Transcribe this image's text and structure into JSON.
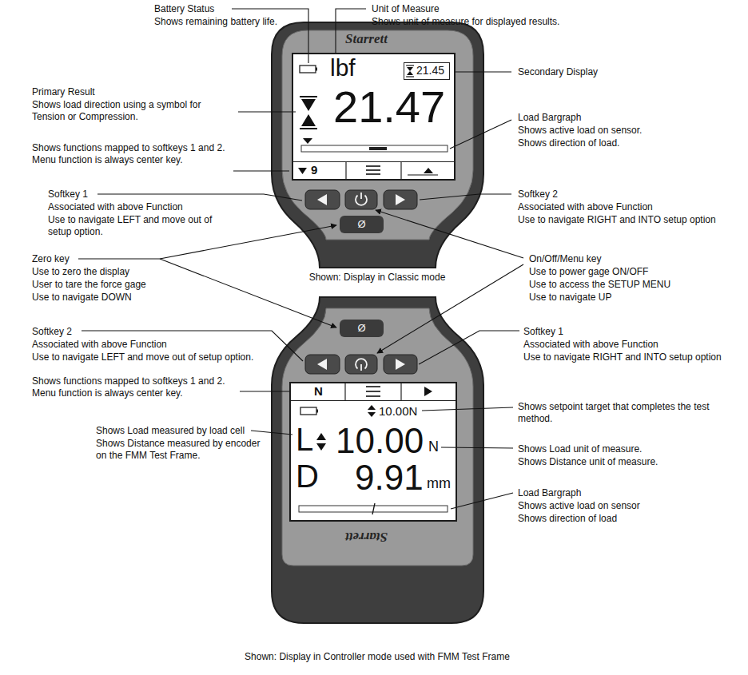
{
  "diagram": {
    "caption": "Shown: Display in Controller mode used with FMM Test Frame",
    "nodes": [
      {
        "text": [
          "Starrett"
        ]
      },
      {
        "text": [
          "lbf",
          "21.47"
        ],
        "in": 0
      },
      {
        "text": [
          "21.45"
        ],
        "in": 1
      },
      {
        "text": [
          "9"
        ],
        "in": 1
      },
      {
        "text": [
          "Ø"
        ],
        "in": 0
      },
      {
        "text": [
          "Starrett"
        ]
      },
      {
        "text": [
          "Ø"
        ],
        "in": 5
      },
      {
        "text": [
          "10.00N",
          "L",
          "10.00",
          "N",
          "D",
          "9.91",
          "mm"
        ],
        "in": 5
      },
      {
        "text": [
          "N"
        ],
        "in": 7
      }
    ],
    "labels": [
      "Battery Status",
      "Shows remaining battery life.",
      "Unit of Measure",
      "Shows unit of measure for displayed results.",
      "Primary Result",
      "Shows load direction using a symbol for Tension or Compression.",
      "Shows functions mapped to softkeys 1 and 2. Menu function is always center key.",
      "Softkey 1",
      "Associated with above Function",
      "Use to navigate LEFT and move out of setup option.",
      "Secondary Display",
      "Load Bargraph",
      "Shows active load on sensor.",
      "Shows direction of load.",
      "Softkey 2",
      "Associated with above Function",
      "Use to navigate RIGHT and INTO setup option",
      "Zero key",
      "Use to zero the display",
      "User to tare the force gage",
      "Use to navigate DOWN",
      "Shown: Display in Classic mode",
      "On/Off/Menu key",
      "Use to power gage ON/OFF",
      "Use to access the SETUP MENU",
      "Use to navigate UP",
      "Softkey 2",
      "Associated with above Function",
      "Use to navigate LEFT and move out of setup option.",
      "Shows functions mapped to softkeys 1 and 2. Menu function is always center key.",
      "Shows Load measured by load cell",
      "Shows Distance measured by encoder on the FMM Test Frame.",
      "Softkey 1",
      "Associated with above Function",
      "Use to navigate RIGHT and INTO setup option",
      "Shows setpoint target that completes the test method.",
      "Shows Load unit of measure.",
      "Shows Distance unit of measure.",
      "Load Bargraph",
      "Shows active load on sensor",
      "Shows direction of load"
    ]
  }
}
